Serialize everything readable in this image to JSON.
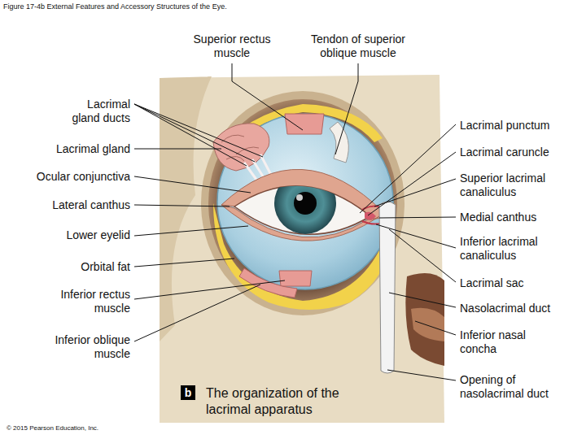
{
  "diagram": {
    "title": "Figure 17-4b External Features and Accessory Structures of the Eye.",
    "caption": "The organization of the lacrimal apparatus",
    "nodes": [
      {
        "text": [
          "b"
        ]
      }
    ],
    "labels": [
      "Superior rectus muscle",
      "Tendon of superior oblique muscle",
      "Lacrimal gland ducts",
      "Lacrimal gland",
      "Ocular conjunctiva",
      "Lateral canthus",
      "Lower eyelid",
      "Orbital fat",
      "Inferior rectus muscle",
      "Inferior oblique muscle",
      "Lacrimal punctum",
      "Lacrimal caruncle",
      "Superior lacrimal canaliculus",
      "Medial canthus",
      "Inferior lacrimal canaliculus",
      "Lacrimal sac",
      "Nasolacrimal duct",
      "Inferior nasal concha",
      "Opening of nasolacrimal duct",
      "© 2015 Pearson Education, Inc."
    ]
  }
}
